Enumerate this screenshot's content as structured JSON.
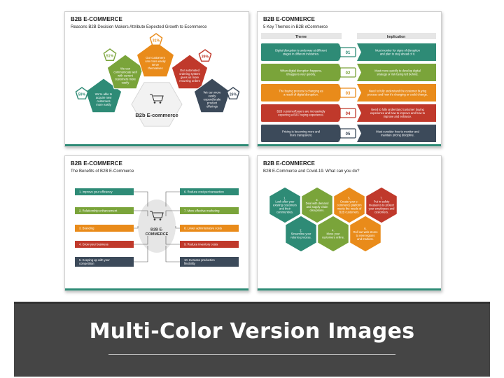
{
  "colors": {
    "teal": "#2e8b76",
    "green": "#7aa43a",
    "orange": "#e98b1a",
    "red": "#c0392b",
    "navy": "#3c4a5a"
  },
  "slide1": {
    "title": "B2B E-COMMERCE",
    "subtitle": "Reasons B2B Decision Makers Attribute Expected Growth to Ecommerce",
    "center_label": "B2b E-commerce",
    "icon": "cart-icon",
    "petals": [
      {
        "pct": "59%",
        "lines": [
          "We're able to",
          "acquire new",
          "customers",
          "more easily"
        ]
      },
      {
        "pct": "51%",
        "lines": [
          "We can",
          "communicate well",
          "with current",
          "customers more",
          "easily"
        ]
      },
      {
        "pct": "31%",
        "lines": [
          "Our customers",
          "can more easily",
          "serve",
          "themselves"
        ]
      },
      {
        "pct": "39%",
        "lines": [
          "Our automated",
          "ordering system",
          "gives us more",
          "recurring orders"
        ]
      },
      {
        "pct": "26%",
        "lines": [
          "We can more",
          "easily",
          "expand/scale",
          "product",
          "offerings"
        ]
      }
    ]
  },
  "slide2": {
    "title": "B2B E-COMMERCE",
    "subtitle": "5 Key Themes in B2B eCommerce",
    "col_theme": "Theme",
    "col_implication": "Implication",
    "rows": [
      {
        "num": "01",
        "theme": [
          "Digital disruption is underway at different",
          "stages in different industries."
        ],
        "impl": [
          "Must monitor for signs of disruption",
          "and plan to stay ahead of it."
        ]
      },
      {
        "num": "02",
        "theme": [
          "When digital disruption happens,",
          "it happens very quickly."
        ],
        "impl": [
          "Must move quickly to develop digital",
          "strategy or risk being left behind."
        ]
      },
      {
        "num": "03",
        "theme": [
          "The buying process is changing as",
          "a result of digital disruption."
        ],
        "impl": [
          "Need to fully understand the customer buying",
          "process and how it's changing or could change."
        ]
      },
      {
        "num": "04",
        "theme": [
          "B2B customer/buyers are increasingly",
          "expecting a B2C buying experience."
        ],
        "impl": [
          "Need to fully understand customer buying",
          "experience and how to improve and how to",
          "improve and enhance."
        ]
      },
      {
        "num": "05",
        "theme": [
          "Pricing is becoming more and",
          "more transparent."
        ],
        "impl": [
          "Must consider how to monitor and",
          "maintain pricing discipline."
        ]
      }
    ]
  },
  "slide3": {
    "title": "B2B E-COMMERCE",
    "subtitle": "The Benefits of B2B E-Commerce",
    "center_label": [
      "B2B E-",
      "COMMERCE"
    ],
    "icon": "cart-icon",
    "left_items": [
      [
        "1. Improve your efficiency"
      ],
      [
        "2. Relationship enhancement"
      ],
      [
        "3. Branding"
      ],
      [
        "4. Grow your business"
      ],
      [
        "5. Keeping up with your",
        "competition"
      ]
    ],
    "right_items": [
      [
        "6. Reduce cost per transaction"
      ],
      [
        "7. More effective marketing"
      ],
      [
        "8. Lower administrative costs"
      ],
      [
        "9. Reduce inventory costs"
      ],
      [
        "10. Increase production",
        "flexibility"
      ]
    ]
  },
  "slide4": {
    "title": "B2B E-COMMERCE",
    "subtitle": "B2B E-Commerce and Covid-19. What can you do?",
    "hexes": [
      {
        "num": "1.",
        "lines": [
          "Look after your",
          "existing customers",
          "and their",
          "communities."
        ]
      },
      {
        "num": "3.",
        "lines": [
          "Deal with demand",
          "and supply chain",
          "disruptions."
        ]
      },
      {
        "num": "5.",
        "lines": [
          "Create your e-",
          "commerce platform",
          "meets the needs of",
          "B2B customers."
        ]
      },
      {
        "num": "7.",
        "lines": [
          "Put in safety",
          "measures to protect",
          "your employees and",
          "customers."
        ]
      },
      {
        "num": "2.",
        "lines": [
          "Streamline your",
          "returns process."
        ]
      },
      {
        "num": "4.",
        "lines": [
          "Move your",
          "customers online."
        ]
      },
      {
        "num": "6.",
        "lines": [
          "Roll out web stores",
          "to new regions",
          "and markets."
        ]
      }
    ]
  },
  "banner": {
    "text": "Multi-Color Version Images"
  }
}
